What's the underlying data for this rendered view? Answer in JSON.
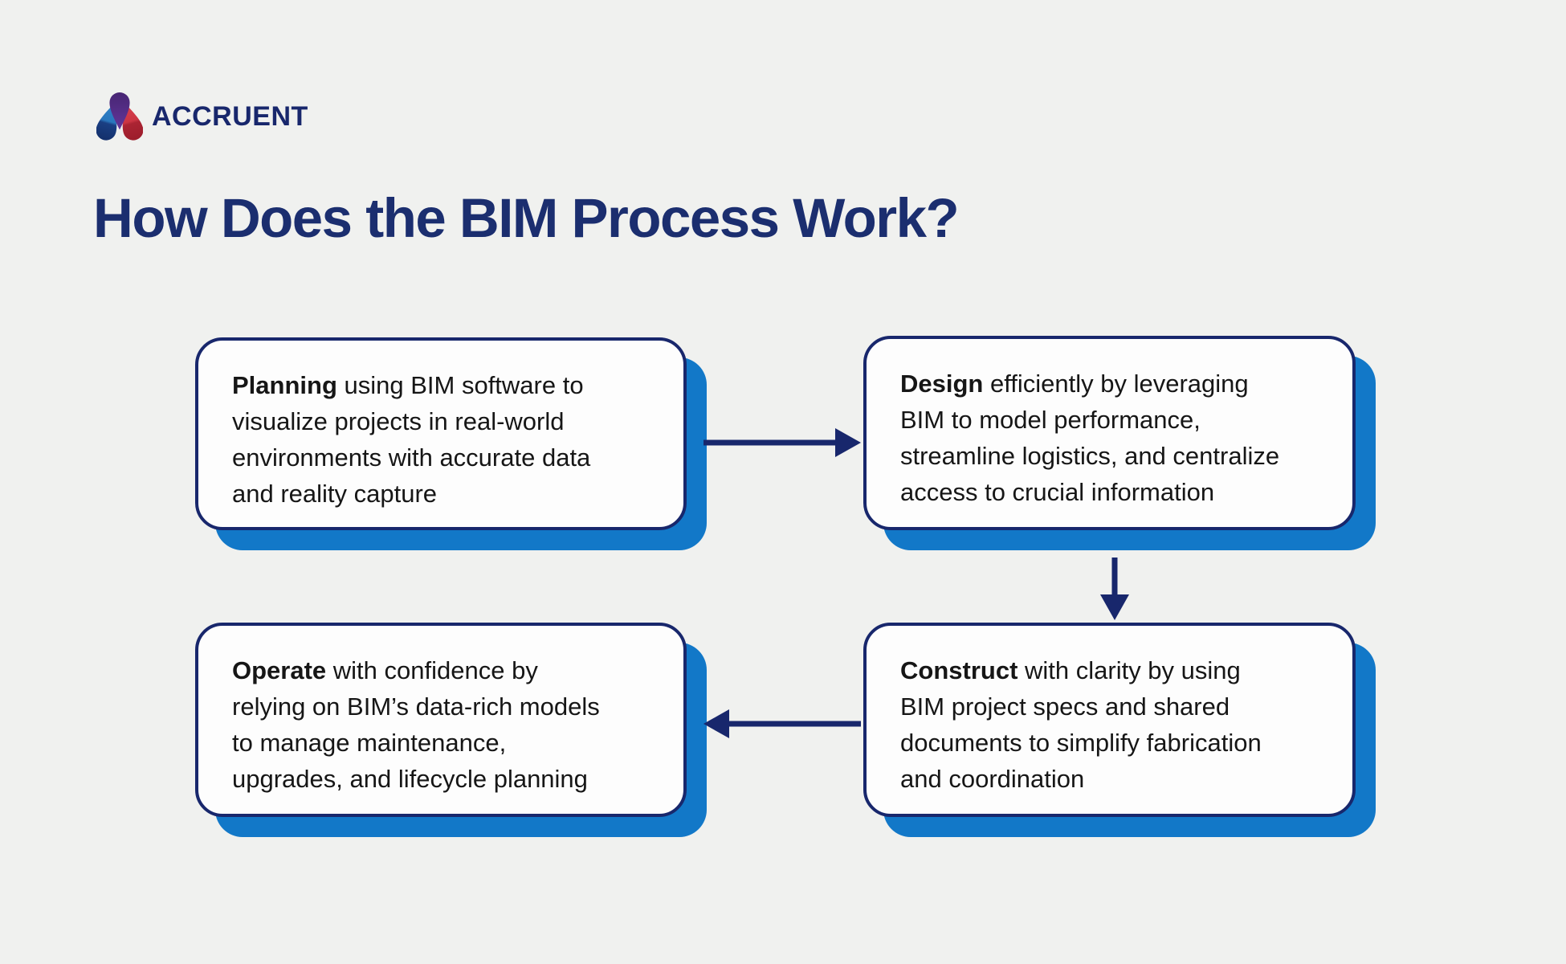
{
  "title": "How Does the BIM Process Work?",
  "logo": {
    "brand": "ACCRUENT",
    "icon": "accruent-trefoil-icon",
    "icon_colors": {
      "purple_top": "#63369b",
      "purple_bottom": "#472573",
      "blue_top": "#2d82c8",
      "blue_bottom": "#14306b",
      "red_top": "#d8414f",
      "red_bottom": "#9c1d2b"
    }
  },
  "flow": {
    "steps": [
      {
        "id": "planning",
        "keyword": "Planning",
        "description": " using BIM software to\nvisualize projects in real-world\nenvironments with accurate data\nand reality capture"
      },
      {
        "id": "design",
        "keyword": "Design",
        "description": " efficiently by leveraging\nBIM to model performance,\nstreamline logistics, and centralize\naccess to crucial information"
      },
      {
        "id": "construct",
        "keyword": "Construct",
        "description": " with clarity by using\nBIM project specs and shared\ndocuments to simplify fabrication\nand coordination"
      },
      {
        "id": "operate",
        "keyword": "Operate",
        "description": " with confidence by\nrelying on BIM’s data-rich models\nto manage maintenance,\nupgrades, and lifecycle planning"
      }
    ],
    "arrows": [
      {
        "from": "Planning",
        "to": "Design",
        "direction": "right"
      },
      {
        "from": "Design",
        "to": "Construct",
        "direction": "down"
      },
      {
        "from": "Construct",
        "to": "Operate",
        "direction": "left"
      }
    ]
  },
  "colors": {
    "background": "#f0f1ef",
    "navy": "#18276c",
    "title": "#1b2e6f",
    "shadow": "#1278c8",
    "box_bg": "#fdfdfd",
    "text": "#161616"
  }
}
